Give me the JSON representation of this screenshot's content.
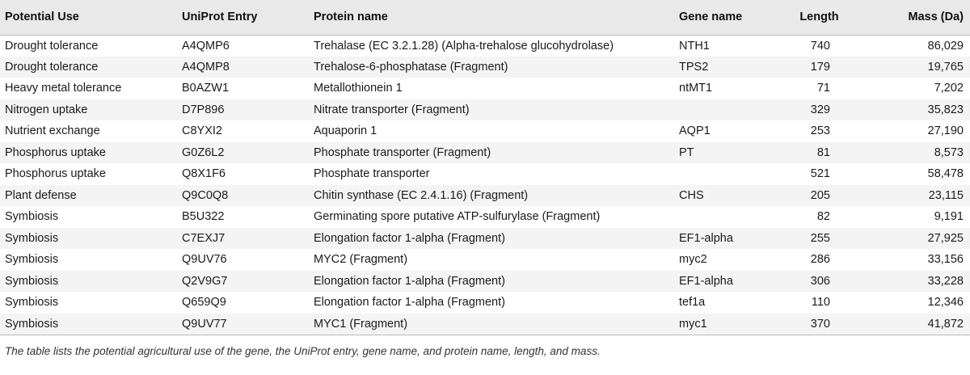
{
  "table": {
    "headers": {
      "potential_use": "Potential Use",
      "uniprot_entry": "UniProt Entry",
      "protein_name": "Protein name",
      "gene_name": "Gene name",
      "length": "Length",
      "mass": "Mass (Da)"
    },
    "rows": [
      {
        "use": "Drought tolerance",
        "entry": "A4QMP6",
        "protein": "Trehalase (EC 3.2.1.28) (Alpha-trehalose glucohydrolase)",
        "gene": "NTH1",
        "length": "740",
        "mass": "86,029"
      },
      {
        "use": "Drought tolerance",
        "entry": "A4QMP8",
        "protein": "Trehalose-6-phosphatase (Fragment)",
        "gene": "TPS2",
        "length": "179",
        "mass": "19,765"
      },
      {
        "use": "Heavy metal tolerance",
        "entry": "B0AZW1",
        "protein": "Metallothionein 1",
        "gene": "ntMT1",
        "length": "71",
        "mass": "7,202"
      },
      {
        "use": "Nitrogen uptake",
        "entry": "D7P896",
        "protein": "Nitrate transporter (Fragment)",
        "gene": "",
        "length": "329",
        "mass": "35,823"
      },
      {
        "use": "Nutrient exchange",
        "entry": "C8YXI2",
        "protein": "Aquaporin 1",
        "gene": "AQP1",
        "length": "253",
        "mass": "27,190"
      },
      {
        "use": "Phosphorus uptake",
        "entry": "G0Z6L2",
        "protein": "Phosphate transporter (Fragment)",
        "gene": "PT",
        "length": "81",
        "mass": "8,573"
      },
      {
        "use": "Phosphorus uptake",
        "entry": "Q8X1F6",
        "protein": "Phosphate transporter",
        "gene": "",
        "length": "521",
        "mass": "58,478"
      },
      {
        "use": "Plant defense",
        "entry": "Q9C0Q8",
        "protein": "Chitin synthase (EC 2.4.1.16) (Fragment)",
        "gene": "CHS",
        "length": "205",
        "mass": "23,115"
      },
      {
        "use": "Symbiosis",
        "entry": "B5U322",
        "protein": "Germinating spore putative ATP-sulfurylase (Fragment)",
        "gene": "",
        "length": "82",
        "mass": "9,191"
      },
      {
        "use": "Symbiosis",
        "entry": "C7EXJ7",
        "protein": "Elongation factor 1-alpha (Fragment)",
        "gene": "EF1-alpha",
        "length": "255",
        "mass": "27,925"
      },
      {
        "use": "Symbiosis",
        "entry": "Q9UV76",
        "protein": "MYC2 (Fragment)",
        "gene": "myc2",
        "length": "286",
        "mass": "33,156"
      },
      {
        "use": "Symbiosis",
        "entry": "Q2V9G7",
        "protein": "Elongation factor 1-alpha (Fragment)",
        "gene": "EF1-alpha",
        "length": "306",
        "mass": "33,228"
      },
      {
        "use": "Symbiosis",
        "entry": "Q659Q9",
        "protein": "Elongation factor 1-alpha (Fragment)",
        "gene": "tef1a",
        "length": "110",
        "mass": "12,346"
      },
      {
        "use": "Symbiosis",
        "entry": "Q9UV77",
        "protein": "MYC1 (Fragment)",
        "gene": "myc1",
        "length": "370",
        "mass": "41,872"
      }
    ]
  },
  "caption": "The table lists the potential agricultural use of the gene, the UniProt entry, gene name, and protein name, length, and mass."
}
